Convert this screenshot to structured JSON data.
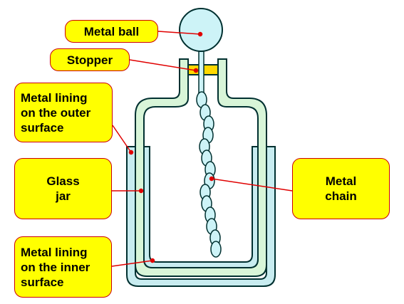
{
  "labels": {
    "metal_ball": "Metal ball",
    "stopper": "Stopper",
    "outer_lining": [
      "Metal lining",
      "on the outer",
      "surface"
    ],
    "glass_jar": [
      "Glass",
      "jar"
    ],
    "inner_lining": [
      "Metal lining",
      "on the inner",
      "surface"
    ],
    "metal_chain": [
      "Metal",
      "chain"
    ]
  },
  "colors": {
    "callout_fill": "#ffff00",
    "callout_border": "#cc0000",
    "leader_line": "#e00000",
    "jar_fill": "#d8f5d8",
    "lining_fill": "#c8ecf0",
    "outline": "#003030",
    "ball_fill": "#cdf3f7",
    "stopper_fill": "#ffd800"
  }
}
